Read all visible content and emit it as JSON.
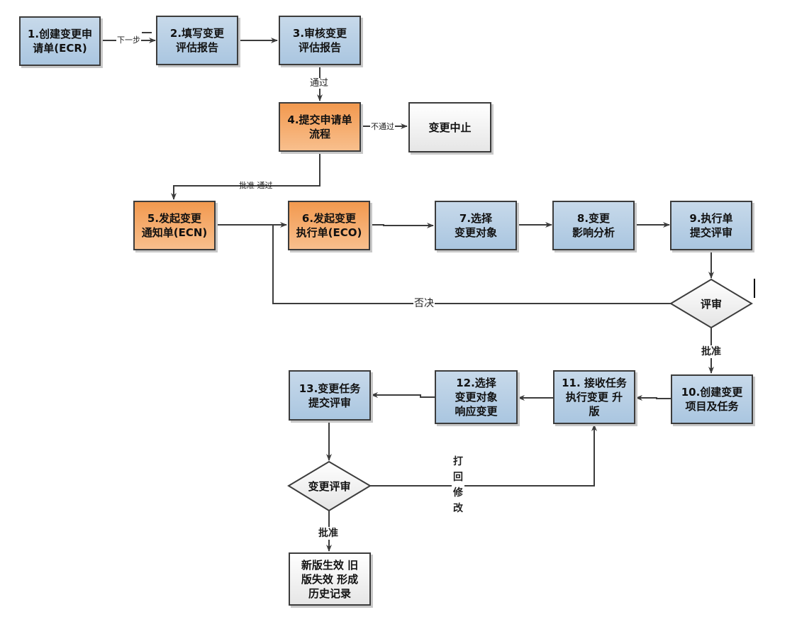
{
  "diagram": {
    "colors": {
      "process_blue_top": "#c7d9ea",
      "process_blue_bottom": "#aac6e0",
      "process_orange_top": "#f2994f",
      "process_orange_bottom": "#f8bf8d",
      "terminal_gray": "#f0f0f0",
      "stroke": "#3c3c3c"
    },
    "nodes": {
      "n1": {
        "label": "1.创建变更申\n请单(ECR)",
        "style": "blue"
      },
      "n2": {
        "label": "2.填写变更\n评估报告",
        "style": "blue"
      },
      "n3": {
        "label": "3.审核变更\n评估报告",
        "style": "blue"
      },
      "n4": {
        "label": "4.提交申请单\n流程",
        "style": "orange"
      },
      "stop": {
        "label": "变更中止",
        "style": "gray"
      },
      "n5": {
        "label": "5.发起变更\n通知单(ECN)",
        "style": "orange"
      },
      "n6": {
        "label": "6.发起变更\n执行单(ECO)",
        "style": "orange"
      },
      "n7": {
        "label": "7.选择\n变更对象",
        "style": "blue"
      },
      "n8": {
        "label": "8.变更\n影响分析",
        "style": "blue"
      },
      "n9": {
        "label": "9.执行单\n提交评审",
        "style": "blue"
      },
      "review": {
        "label": "评审",
        "shape": "decision"
      },
      "n10": {
        "label": "10.创建变更\n项目及任务",
        "style": "blue"
      },
      "n11": {
        "label": "11. 接收任务\n执行变更  升\n版",
        "style": "blue"
      },
      "n12": {
        "label": "12.选择\n变更对象\n响应变更",
        "style": "blue"
      },
      "n13": {
        "label": "13.变更任务\n提交评审",
        "style": "blue"
      },
      "change_review": {
        "label": "变更评审",
        "shape": "decision"
      },
      "final": {
        "label": "新版生效  旧\n版失效  形成\n历史记录",
        "style": "gray"
      }
    },
    "edge_labels": {
      "next_step": "下一步",
      "pass": "通过",
      "not_pass": "不通过",
      "approved_pass": "批准 通过",
      "reject": "否决",
      "approve_1": "批准",
      "send_back": "打\n回\n修\n改",
      "approve_2": "批准"
    }
  }
}
